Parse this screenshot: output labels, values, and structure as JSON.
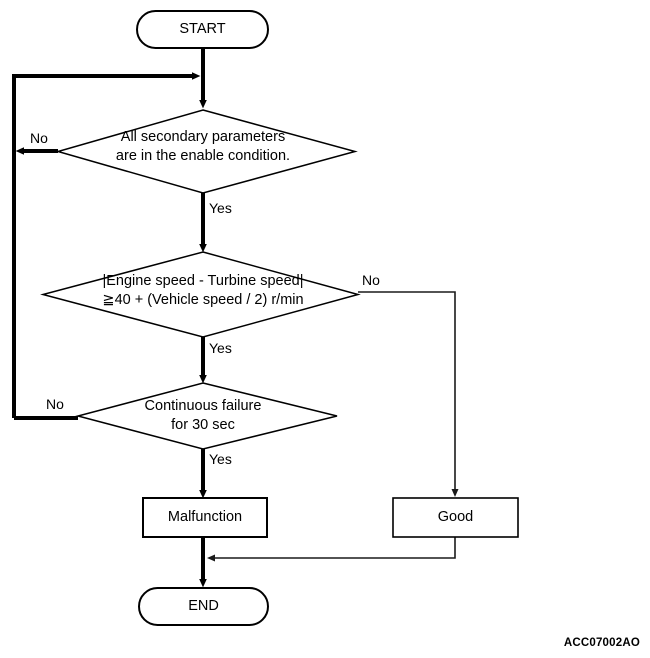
{
  "diagram": {
    "type": "flowchart",
    "title": "",
    "reference_code": "ACC07002AO",
    "colors": {
      "stroke": "#000000",
      "fill": "#ffffff",
      "thin_stroke": "#1a1a1a"
    },
    "nodes": [
      {
        "id": "start",
        "shape": "terminator",
        "label": "START"
      },
      {
        "id": "decision-secondary-parameters",
        "shape": "decision",
        "label": "All secondary parameters\nare in the enable condition."
      },
      {
        "id": "decision-speed-difference",
        "shape": "decision",
        "label": "|Engine speed - Turbine speed|\n≧40 + (Vehicle speed / 2) r/min"
      },
      {
        "id": "decision-continuous-failure",
        "shape": "decision",
        "label": "Continuous failure\nfor 30 sec"
      },
      {
        "id": "malfunction",
        "shape": "process",
        "label": "Malfunction"
      },
      {
        "id": "good",
        "shape": "process",
        "label": "Good"
      },
      {
        "id": "end",
        "shape": "terminator",
        "label": "END"
      }
    ],
    "edges": [
      {
        "id": "start-to-d1",
        "from": "start",
        "to": "decision-secondary-parameters",
        "label": ""
      },
      {
        "id": "d1-no",
        "from": "decision-secondary-parameters",
        "to": "start",
        "label": "No"
      },
      {
        "id": "d1-yes",
        "from": "decision-secondary-parameters",
        "to": "decision-speed-difference",
        "label": "Yes"
      },
      {
        "id": "d2-no",
        "from": "decision-speed-difference",
        "to": "good",
        "label": "No"
      },
      {
        "id": "d2-yes",
        "from": "decision-speed-difference",
        "to": "decision-continuous-failure",
        "label": "Yes"
      },
      {
        "id": "d3-no",
        "from": "decision-continuous-failure",
        "to": "start",
        "label": "No"
      },
      {
        "id": "d3-yes",
        "from": "decision-continuous-failure",
        "to": "malfunction",
        "label": "Yes"
      },
      {
        "id": "malfunction-to-end",
        "from": "malfunction",
        "to": "end",
        "label": ""
      },
      {
        "id": "good-to-end",
        "from": "good",
        "to": "end",
        "label": ""
      }
    ]
  }
}
